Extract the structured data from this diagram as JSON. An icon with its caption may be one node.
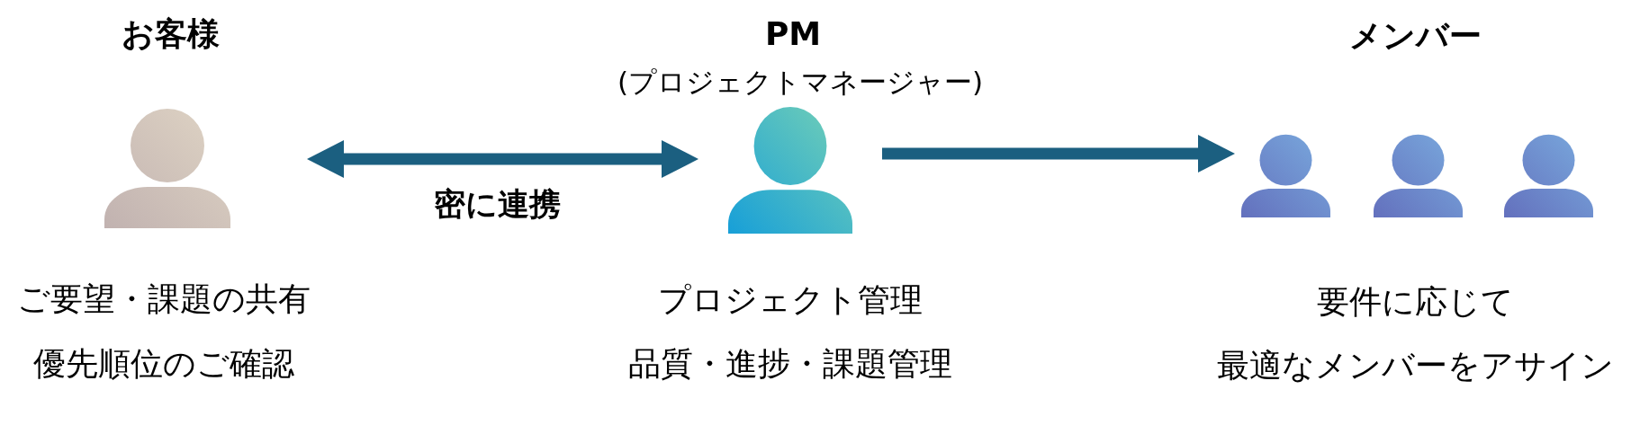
{
  "diagram": {
    "nodes": [
      {
        "text": [
          "お客様"
        ],
        "beside": [
          "ご要望・課題の共有",
          "優先順位のご確認"
        ]
      },
      {
        "text": [
          "PM",
          "(プロジェクトマネージャー)"
        ],
        "beside": [
          "プロジェクト管理",
          "品質・進捗・課題管理"
        ]
      },
      {
        "text": [
          "メンバー"
        ],
        "beside": [
          "要件に応じて",
          "最適なメンバーをアサイン"
        ]
      },
      {
        "text": [],
        "shape": "person",
        "in": 2
      },
      {
        "text": [],
        "shape": "person",
        "in": 2
      },
      {
        "text": [],
        "shape": "person",
        "in": 2
      }
    ],
    "edges": [
      {
        "from": 0,
        "to": 1,
        "arrow": "both",
        "label": "密に連携"
      },
      {
        "from": 1,
        "to": 2,
        "arrow": "to"
      }
    ]
  }
}
